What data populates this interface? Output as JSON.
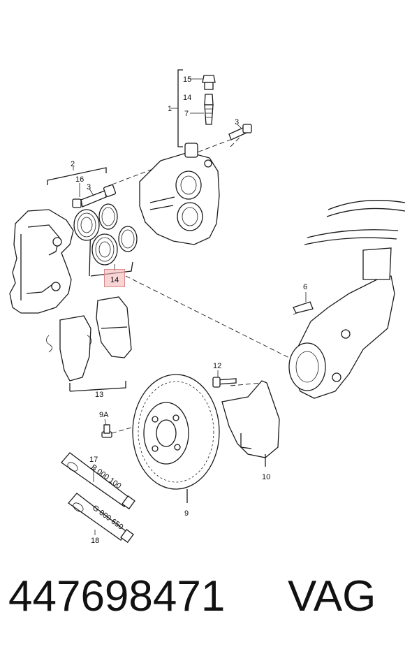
{
  "callouts": {
    "c1": "1",
    "c2": "2",
    "c3a": "3",
    "c3b": "3",
    "c6": "6",
    "c7": "7",
    "c9": "9",
    "c9a": "9A",
    "c10": "10",
    "c12": "12",
    "c13": "13",
    "c14a": "14",
    "c14b": "14",
    "c15": "15",
    "c16": "16",
    "c17": "17",
    "c18": "18"
  },
  "tube_text": {
    "tube17": "B 000 100",
    "tube18": "G 000 650"
  },
  "highlight_color": "#f4b8b8",
  "caption": {
    "part_number": "447698471",
    "brand": "VAG"
  }
}
